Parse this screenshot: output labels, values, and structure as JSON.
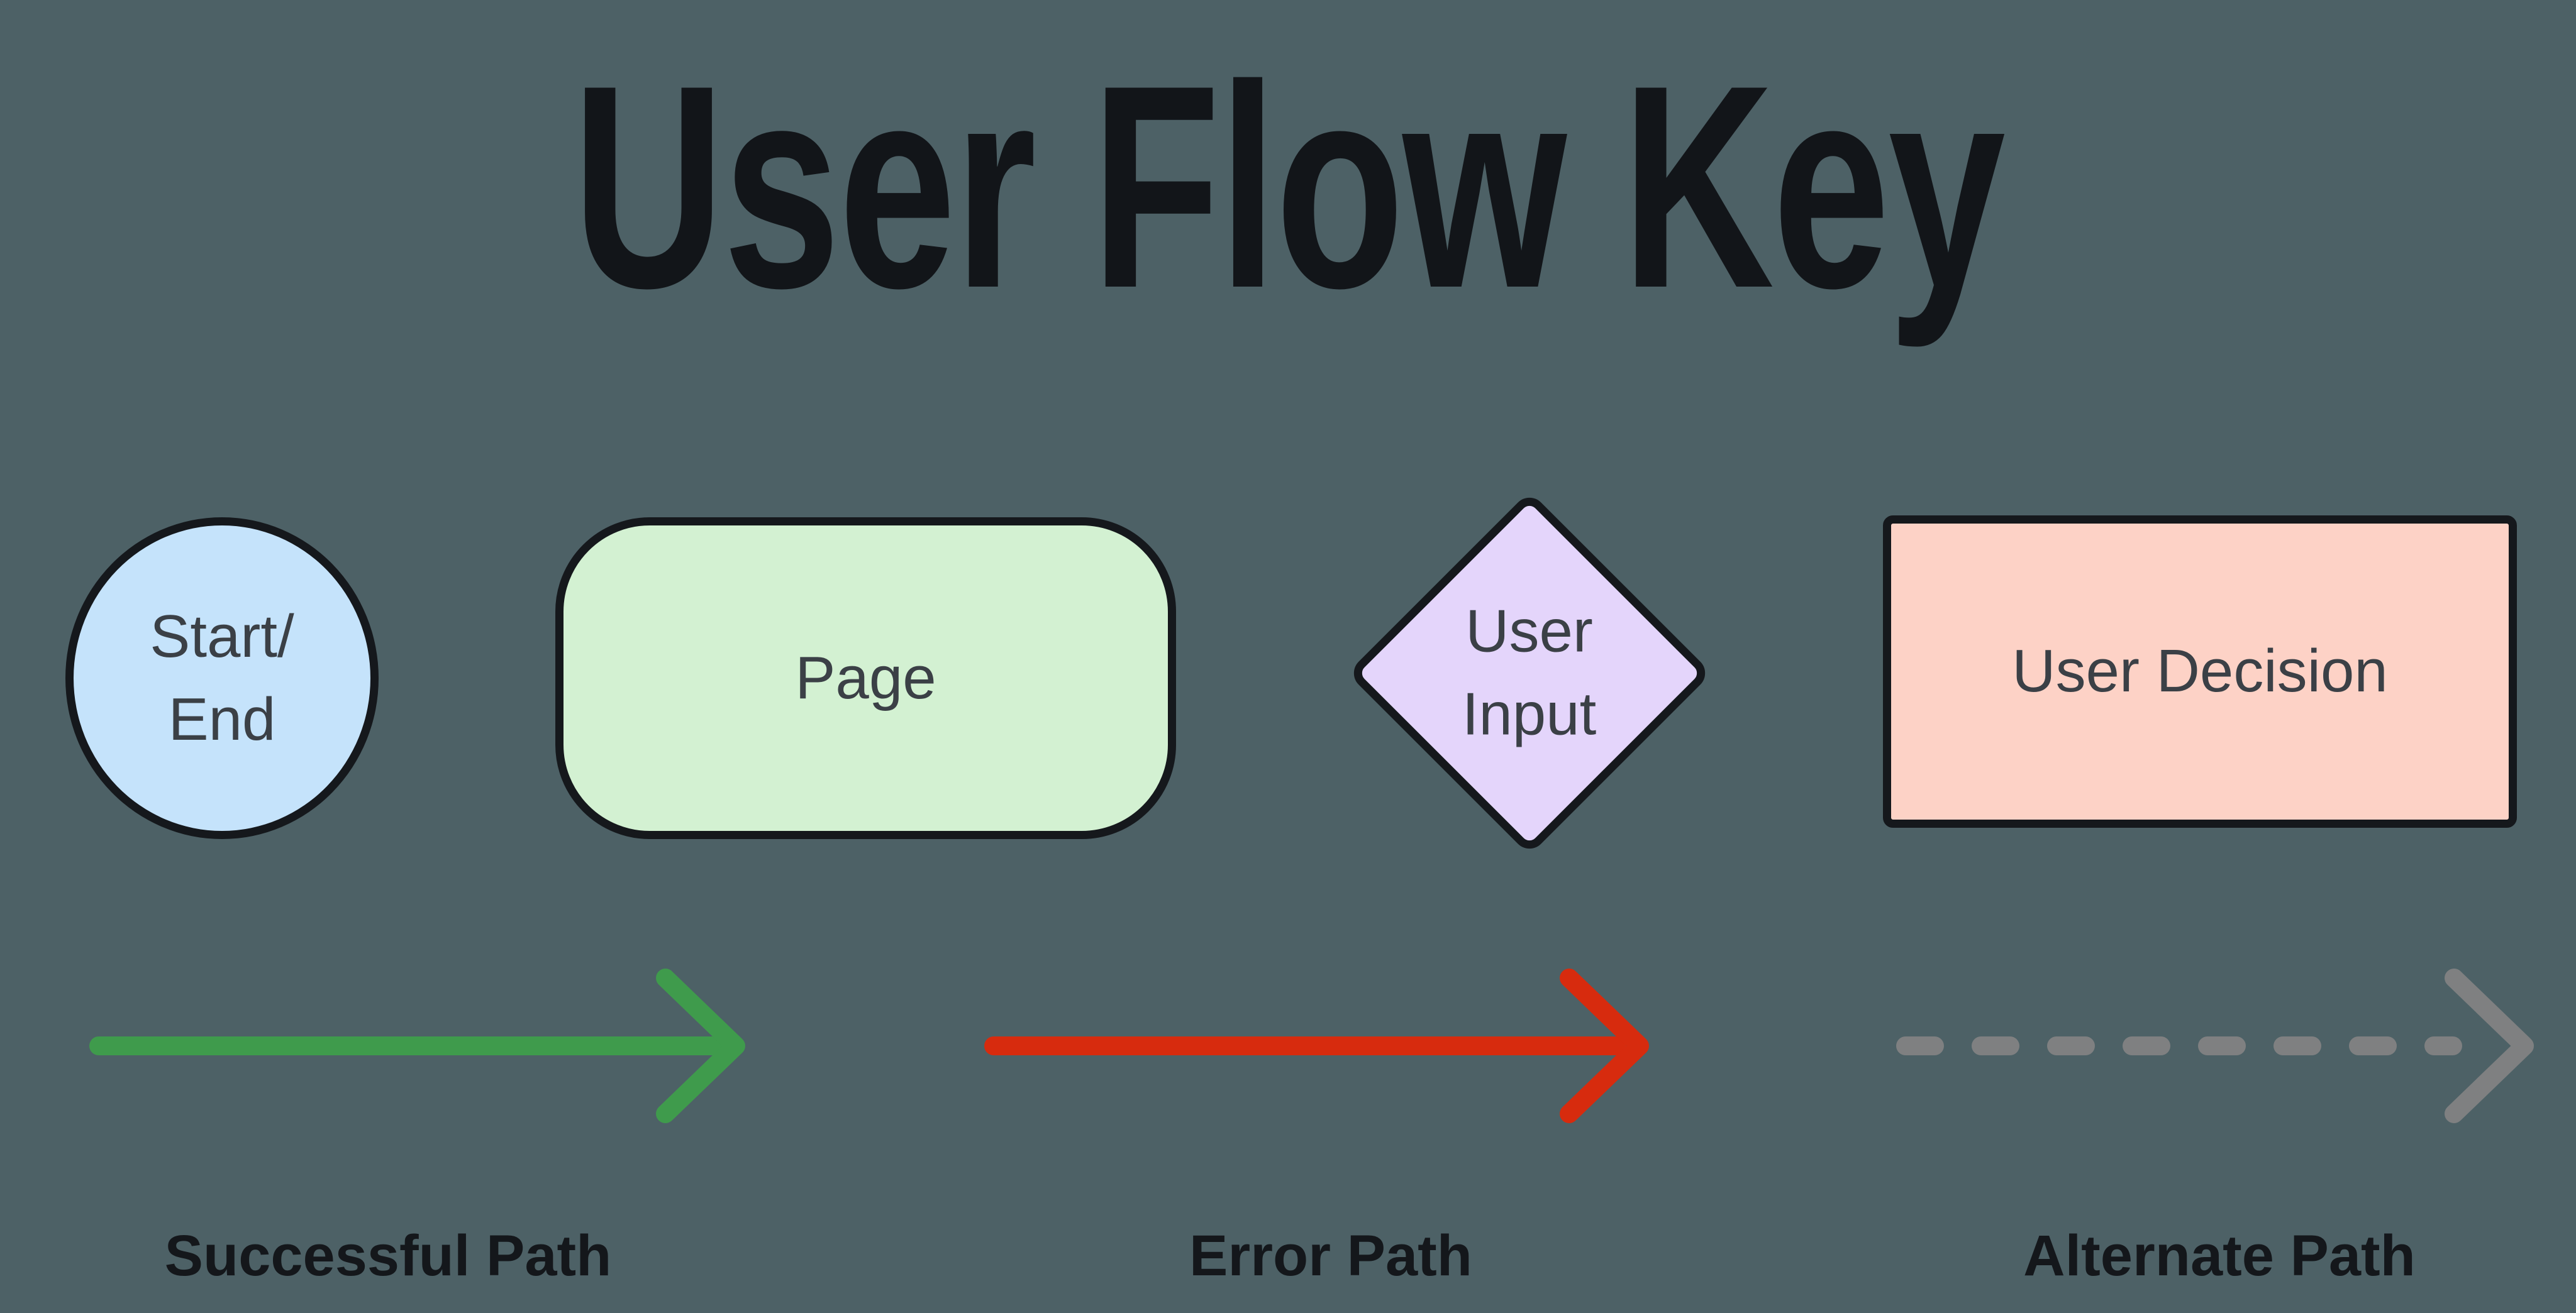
{
  "title": "User Flow Key",
  "colors": {
    "background": "#4d6166",
    "outline": "#15181c",
    "title_text": "#121519",
    "shape_text": "#3b4046",
    "label_text": "#14171b"
  },
  "shapes": [
    {
      "type": "circle",
      "fill": "#c5e3fb",
      "label_lines": [
        "Start/",
        "End"
      ]
    },
    {
      "type": "rounded-rect",
      "fill": "#d3f1d2",
      "label_lines": [
        "Page"
      ]
    },
    {
      "type": "diamond",
      "fill": "#e4d5fb",
      "label_lines": [
        "User",
        "Input"
      ]
    },
    {
      "type": "rect",
      "fill": "#fdd2c6",
      "label_lines": [
        "User Decision"
      ]
    }
  ],
  "arrows": [
    {
      "style": "solid",
      "color": "#3f9b4c",
      "label": "Successful Path"
    },
    {
      "style": "solid",
      "color": "#d72b0e",
      "label": "Error Path"
    },
    {
      "style": "dashed",
      "color": "#7f8081",
      "label": "Alternate Path"
    }
  ]
}
